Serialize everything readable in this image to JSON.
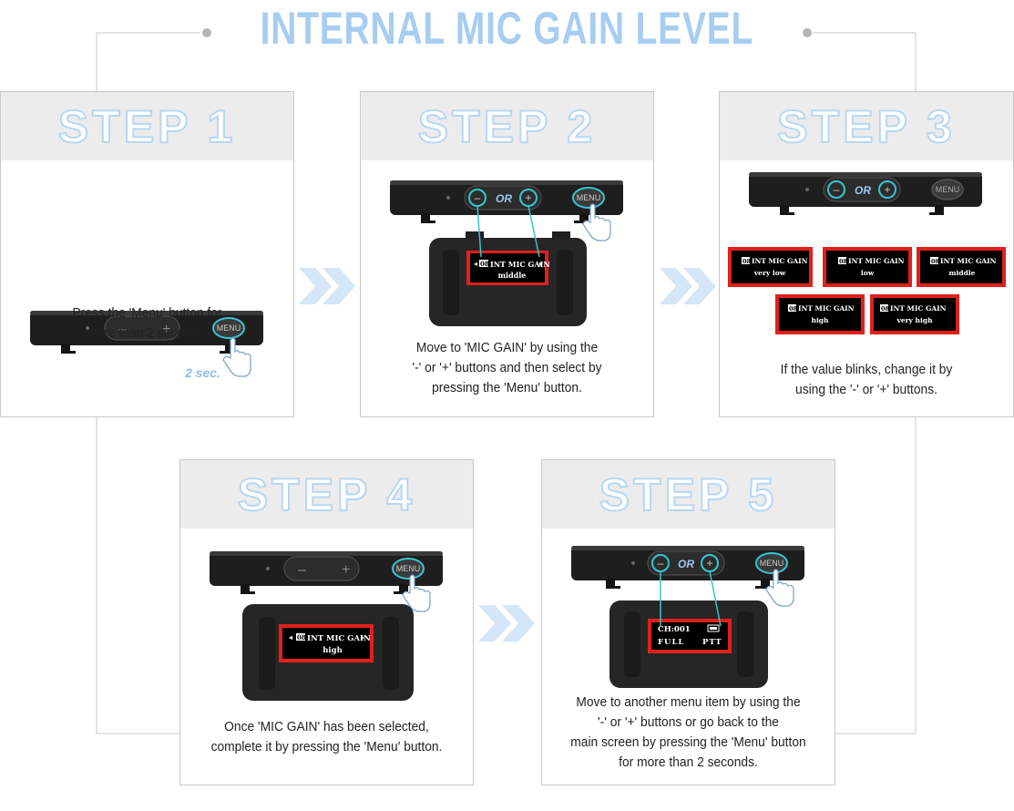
{
  "title": "INTERNAL MIC GAIN LEVEL",
  "colors": {
    "title": "#a7cdf1",
    "step_outline": "#b8d7f3",
    "highlight_red": "#e0201b",
    "button_ring": "#37c5cf",
    "device_body": "#1e1e1e",
    "chevron": "#cfe2f6"
  },
  "device": {
    "menu_label": "MENU",
    "minus": "–",
    "plus": "+",
    "or_label": "OR"
  },
  "steps": [
    {
      "heading": "STEP 1",
      "hold_label": "2 sec.",
      "caption": [
        "Press the 'Menu' button for",
        "more than 2 seconds."
      ]
    },
    {
      "heading": "STEP 2",
      "display": {
        "number": "08",
        "title": "INT MIC GAIN",
        "value": "middle"
      },
      "caption": [
        "Move to 'MIC GAIN' by using the",
        "'-' or '+' buttons and then select by",
        "pressing the 'Menu' button."
      ]
    },
    {
      "heading": "STEP 3",
      "displays": [
        {
          "number": "08",
          "title": "INT MIC GAIN",
          "value": "very low"
        },
        {
          "number": "08",
          "title": "INT MIC GAIN",
          "value": "low"
        },
        {
          "number": "08",
          "title": "INT MIC GAIN",
          "value": "middle"
        },
        {
          "number": "08",
          "title": "INT MIC GAIN",
          "value": "high"
        },
        {
          "number": "08",
          "title": "INT MIC GAIN",
          "value": "very high"
        }
      ],
      "caption": [
        "If the value blinks, change it by",
        "using the '-' or '+' buttons."
      ]
    },
    {
      "heading": "STEP 4",
      "display": {
        "number": "08",
        "title": "INT MIC GAIN",
        "value": "high"
      },
      "caption": [
        "Once 'MIC GAIN' has been selected,",
        "complete it by pressing the 'Menu' button."
      ]
    },
    {
      "heading": "STEP 5",
      "main_screen": {
        "channel": "CH:001",
        "mode_left": "FULL",
        "mode_right": "PTT"
      },
      "caption": [
        "Move to another menu item by using the",
        "'-' or '+' buttons or go back to the",
        "main screen by pressing the 'Menu' button",
        "for more than 2 seconds."
      ]
    }
  ]
}
